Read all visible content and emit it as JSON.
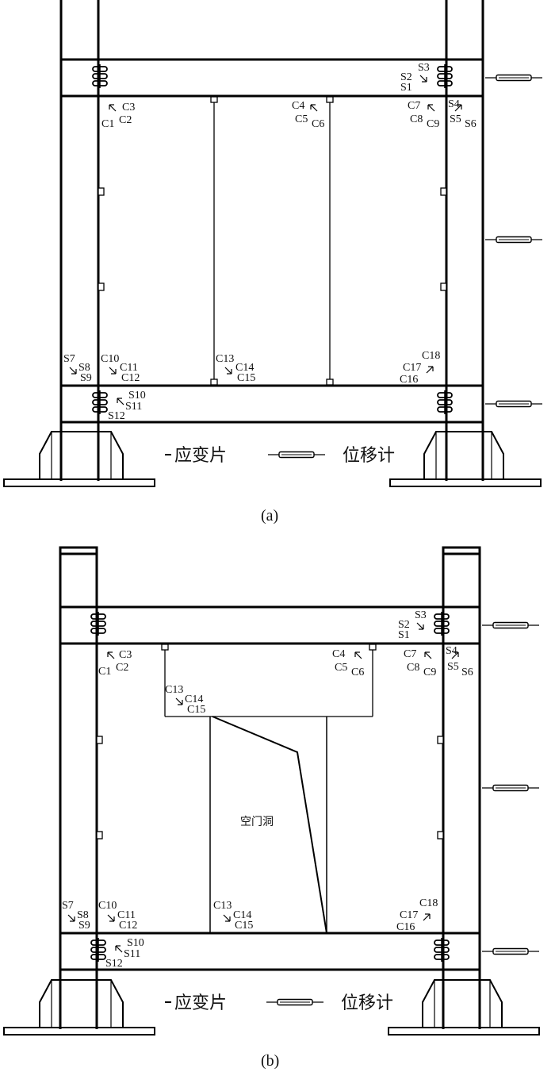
{
  "panel_a": {
    "caption": "(a)",
    "top_gauges": [
      "S3",
      "S2",
      "S1"
    ],
    "strain_labels": {
      "c1": "C1",
      "c2": "C2",
      "c3": "C3",
      "c4": "C4",
      "c5": "C5",
      "c6": "C6",
      "c7": "C7",
      "c8": "C8",
      "c9": "C9",
      "s4": "S4",
      "s5": "S5",
      "s6": "S6",
      "s7": "S7",
      "s8": "S8",
      "s9": "S9",
      "c10": "C10",
      "c11": "C11",
      "c12": "C12",
      "c13": "C13",
      "c14": "C14",
      "c15": "C15",
      "c16": "C16",
      "c17": "C17",
      "c18": "C18",
      "s10": "S10",
      "s11": "S11",
      "s12": "S12"
    },
    "legend": {
      "strain_gauge": "应变片",
      "displacement_meter": "位移计"
    }
  },
  "panel_b": {
    "caption": "(b)",
    "door_label": "空门洞",
    "top_gauges": [
      "S3",
      "S2",
      "S1"
    ],
    "strain_labels": {
      "c1": "C1",
      "c2": "C2",
      "c3": "C3",
      "c4": "C4",
      "c5": "C5",
      "c6": "C6",
      "c7": "C7",
      "c8": "C8",
      "c9": "C9",
      "s4": "S4",
      "s5": "S5",
      "s6": "S6",
      "c13u": "C13",
      "c14u": "C14",
      "c15u": "C15",
      "s7": "S7",
      "s8": "S8",
      "s9": "S9",
      "c10": "C10",
      "c11": "C11",
      "c12": "C12",
      "c13": "C13",
      "c14": "C14",
      "c15": "C15",
      "c16": "C16",
      "c17": "C17",
      "c18": "C18",
      "s10": "S10",
      "s11": "S11",
      "s12": "S12"
    },
    "legend": {
      "strain_gauge": "应变片",
      "displacement_meter": "位移计"
    }
  }
}
